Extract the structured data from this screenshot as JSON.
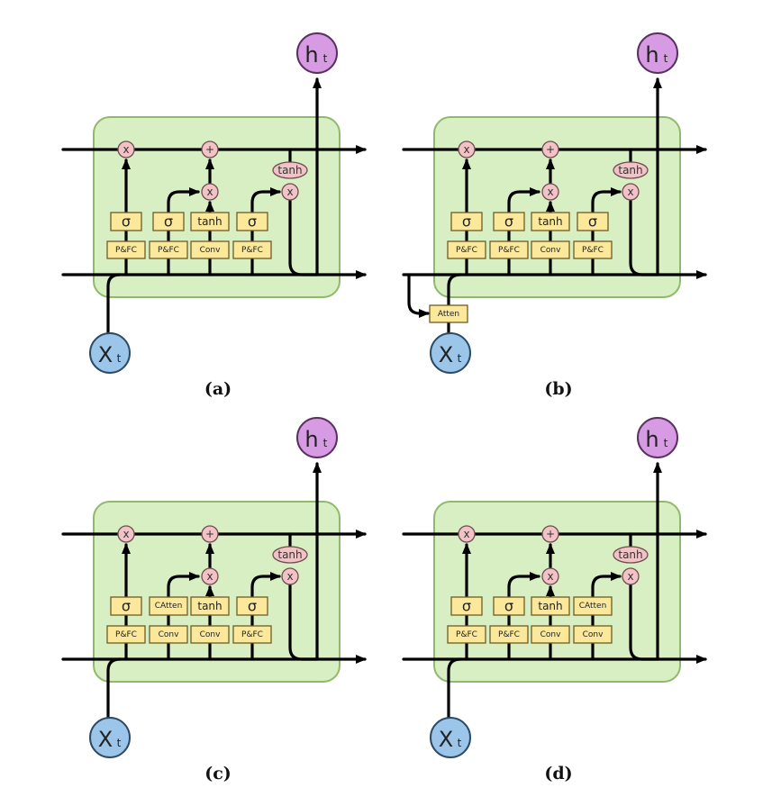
{
  "operators": {
    "multiply": "x",
    "add": "+",
    "tanh": "tanh"
  },
  "io": {
    "hidden_main": "h",
    "input_main": "X",
    "subscript": "t"
  },
  "panels": [
    {
      "caption": "(a)",
      "has_atten_box": false,
      "atten_label": "",
      "gate_labels": [
        "σ",
        "σ",
        "tanh",
        "σ"
      ],
      "sub_labels": [
        "P&FC",
        "P&FC",
        "Conv",
        "P&FC"
      ]
    },
    {
      "caption": "(b)",
      "has_atten_box": true,
      "atten_label": "Atten",
      "gate_labels": [
        "σ",
        "σ",
        "tanh",
        "σ"
      ],
      "sub_labels": [
        "P&FC",
        "P&FC",
        "Conv",
        "P&FC"
      ]
    },
    {
      "caption": "(c)",
      "has_atten_box": false,
      "atten_label": "",
      "gate_labels": [
        "σ",
        "CAtten",
        "tanh",
        "σ"
      ],
      "sub_labels": [
        "P&FC",
        "Conv",
        "Conv",
        "P&FC"
      ]
    },
    {
      "caption": "(d)",
      "has_atten_box": false,
      "atten_label": "",
      "gate_labels": [
        "σ",
        "σ",
        "tanh",
        "CAtten"
      ],
      "sub_labels": [
        "P&FC",
        "P&FC",
        "Conv",
        "Conv"
      ]
    }
  ]
}
